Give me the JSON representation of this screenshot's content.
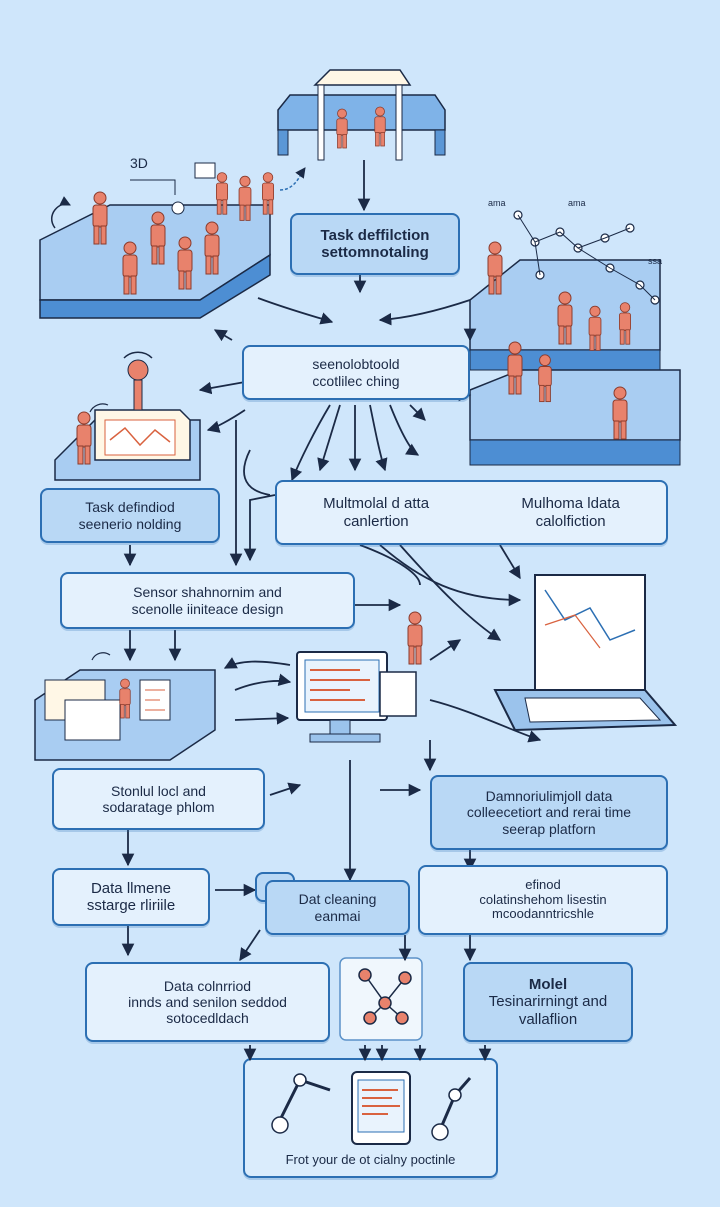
{
  "nodes": {
    "task_definition_top": {
      "line1": "Task deffilction",
      "line2": "settomnotaling"
    },
    "central_node": {
      "line1": "seenolobtoold",
      "line2": "ccotlilec ching"
    },
    "task_definition_left": {
      "line1": "Task defindiod",
      "line2": "seenerio nolding"
    },
    "multimodal_left": {
      "line1": "Multmolal d atta",
      "line2": "canlertion"
    },
    "multimodal_right": {
      "line1": "Mulhoma ldata",
      "line2": "calolfiction"
    },
    "sensor_design": {
      "line1": "Sensor shahnornim and",
      "line2": "scenolle iiniteace design"
    },
    "storage_platform_left": {
      "line1": "Stonlul locl and",
      "line2": "sodaratage phlom"
    },
    "realtime_platform": {
      "line1": "Damnoriulimjoll data",
      "line2": "colleecetiort and rerai time",
      "line3": "seerap platforn"
    },
    "data_storage": {
      "line1": "Data llmene",
      "line2": "sstarge rliriile"
    },
    "data_cleaning": {
      "line1": "Dat cleaning",
      "line2": "eanmai"
    },
    "collation_box": {
      "line1": "efinod",
      "line2": "colatinshehom lisestin",
      "line3": "mcoodanntricshle"
    },
    "data_control": {
      "line1": "Data colnrriod",
      "line2": "innds and senilon seddod",
      "line3": "sotocedldach"
    },
    "model_training": {
      "line1": "Molel",
      "line2": "Tesinarirningt and",
      "line3": "vallaflion"
    },
    "deployment": {
      "line1": "Frot your de ot cialny poctinle"
    }
  },
  "annotations": {
    "label_3d": "3D",
    "mini_a": "ama",
    "mini_b": "ama",
    "mini_c": "ssa"
  },
  "colors": {
    "background": "#cfe6fb",
    "accent": "#2c6fb3",
    "figure": "#e8826c",
    "platform": "#7fb3e8"
  },
  "icons": [
    "sensor-icon",
    "robot-arm-icon",
    "tablet-icon",
    "laptop-icon",
    "monitor-icon",
    "network-graph-icon",
    "person-icon"
  ]
}
